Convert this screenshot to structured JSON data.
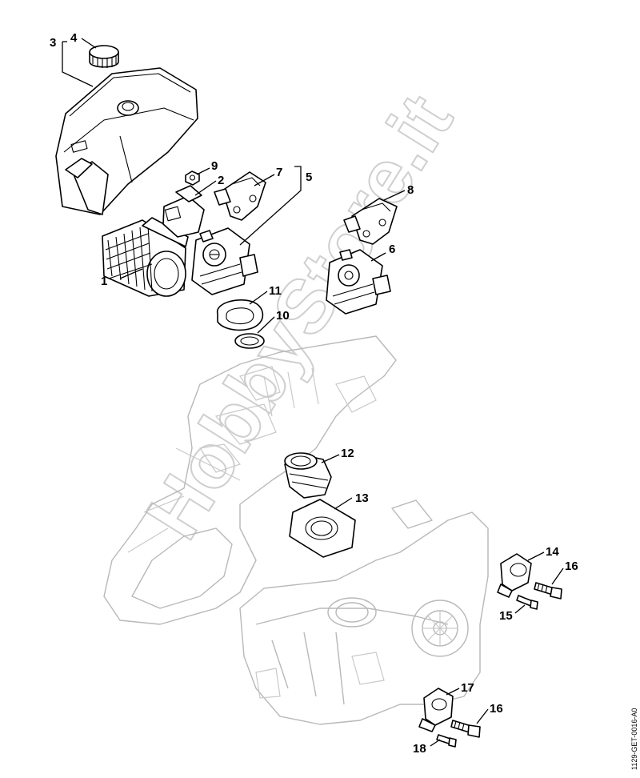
{
  "diagram": {
    "labels": {
      "l1": "1",
      "l2": "2",
      "l3": "3",
      "l4": "4",
      "l5": "5",
      "l6": "6",
      "l7": "7",
      "l8": "8",
      "l9": "9",
      "l10": "10",
      "l11": "11",
      "l12": "12",
      "l13": "13",
      "l14": "14",
      "l15": "15",
      "l16a": "16",
      "l16b": "16",
      "l17": "17",
      "l18": "18"
    },
    "document_id": "1129-GET-0016-A0",
    "watermark": "HobbyStore.it"
  }
}
